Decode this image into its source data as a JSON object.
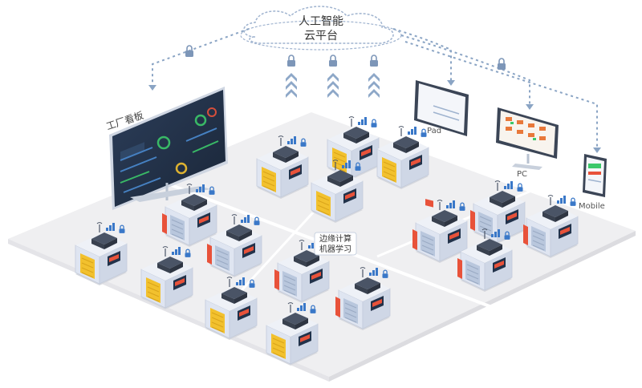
{
  "cloud": {
    "line1": "人工智能",
    "line2": "云平台"
  },
  "dashboard": {
    "label": "工厂看板"
  },
  "devices": {
    "pad": "Pad",
    "pc": "PC",
    "mobile": "Mobile"
  },
  "edge": {
    "line1": "边缘计算",
    "line2": "机器学习"
  },
  "colors": {
    "link": "#8aa4c4",
    "arrow": "#8ea8c8",
    "floor": "#efeff1",
    "floorLine": "#ffffff",
    "machineBody": "#dfe5f1",
    "machineYellow": "#f2c12e",
    "machineRed": "#e8523a",
    "screen": "#22324a"
  },
  "icons": [
    "lock-icon",
    "wifi-signal-icon",
    "cloud-icon",
    "chevron-up-icon"
  ]
}
